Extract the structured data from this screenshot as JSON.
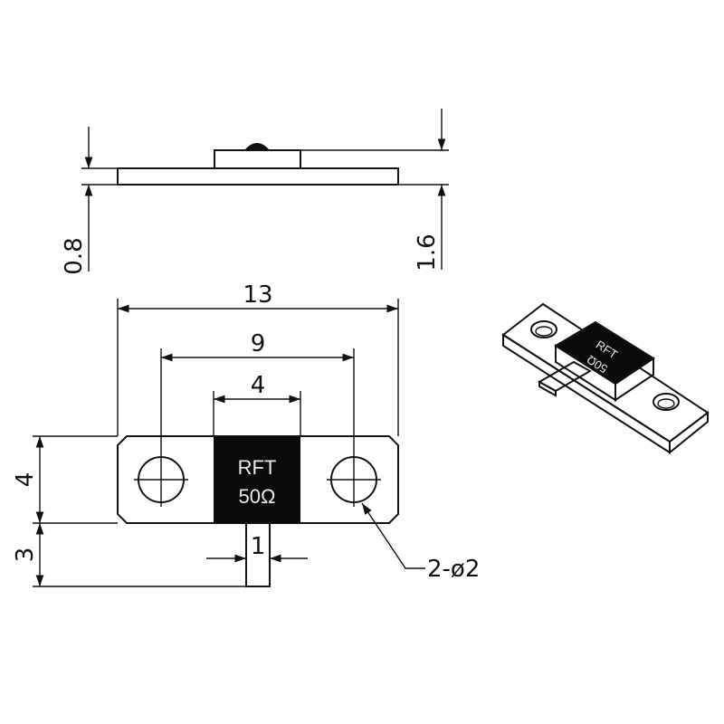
{
  "side_view": {
    "dim_left": "0.8",
    "dim_right": "1.6"
  },
  "top_view": {
    "dim_overall": "13",
    "dim_hole_pitch": "9",
    "dim_body_width": "4",
    "dim_height": "4",
    "dim_lead_length": "3",
    "dim_lead_width": "1",
    "hole_callout": "2-ø2",
    "body_marking_line1": "RFT",
    "body_marking_line2": "50Ω"
  },
  "iso_view": {
    "marking_line1": "RFT",
    "marking_line2": "50Ω"
  },
  "colors": {
    "line": "#111111",
    "body": "#0a0a0a",
    "marking": "#e8e8e8"
  }
}
